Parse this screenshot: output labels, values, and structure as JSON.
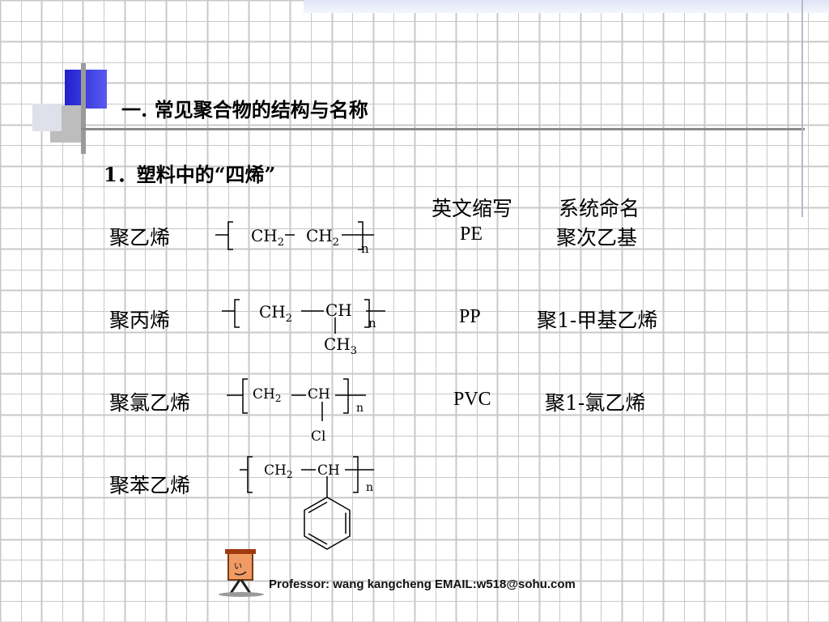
{
  "heading": "一. 常见聚合物的结构与名称",
  "section": "1．塑料中的“四烯”",
  "headers": {
    "abbr": "英文缩写",
    "system": "系统命名"
  },
  "rows": [
    {
      "name": "聚乙烯",
      "abbr": "PE",
      "system": "聚次乙基"
    },
    {
      "name": "聚丙烯",
      "abbr": "PP",
      "system": "聚1-甲基乙烯"
    },
    {
      "name": "聚氯乙烯",
      "abbr": "PVC",
      "system": "聚1-氯乙烯"
    },
    {
      "name": "聚苯乙烯"
    }
  ],
  "formula_text": {
    "ch2": "CH",
    "ch": "CH",
    "ch3": "CH",
    "sub2": "2",
    "sub3": "3",
    "n": "n",
    "cl": "Cl"
  },
  "footer": "Professor: wang kangcheng EMAIL:w518@sohu.com",
  "colors": {
    "accent_blue": "#2b2bd6",
    "grid_line": "#c8c8c8",
    "rule": "#7f7f7f"
  }
}
